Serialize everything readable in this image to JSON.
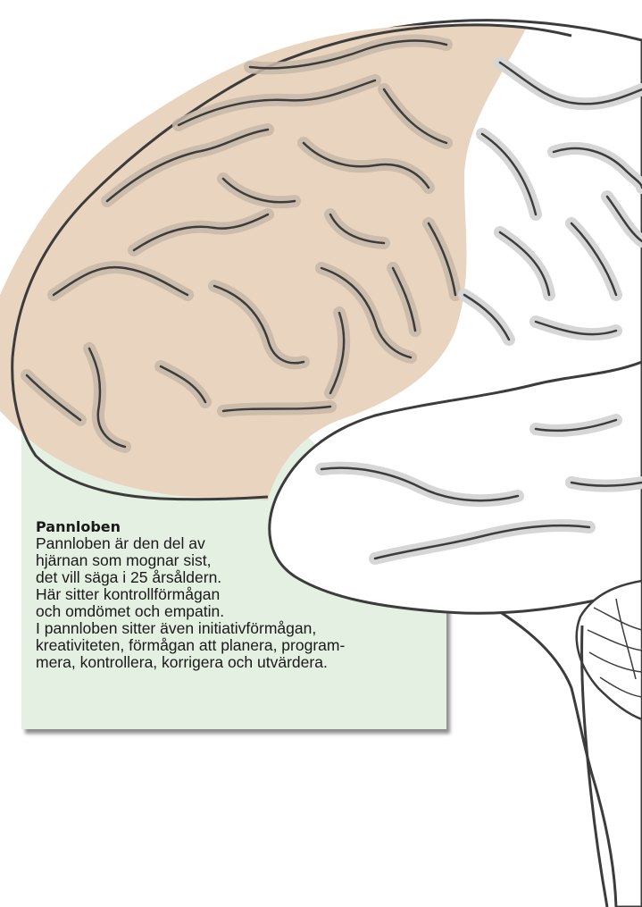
{
  "frontal_lobe": {
    "title": "Pannloben",
    "lines": [
      "Pannloben är den del av",
      "hjärnan som mognar sist,",
      "det vill säga i 25 årsåldern.",
      "Här sitter kontrollförmågan",
      "och omdömet och empatin.",
      "I pannloben sitter även initiativförmågan,",
      "kreativiteten, förmågan att planera, program-",
      "mera, kontrollera, korrigera och utvärdera."
    ]
  },
  "colors": {
    "frontal_lobe_fill": "#e8d4bf",
    "info_box_fill": "#e4f0e1",
    "groove_shadow": "#c8bfb8",
    "outline": "#3c3c3c"
  }
}
